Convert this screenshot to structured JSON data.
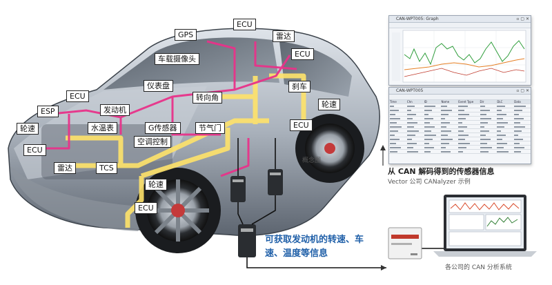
{
  "labels": {
    "ecu_top": "ECU",
    "gps": "GPS",
    "radar_top": "雷达",
    "camera": "车载摄像头",
    "ecu_upper_right": "ECU",
    "dashboard": "仪表盘",
    "brake": "刹车",
    "steering": "转向角",
    "ecu_left": "ECU",
    "wheel_speed_right": "轮速",
    "esp": "ESP",
    "engine": "发动机",
    "wheel_speed_left": "轮速",
    "water_temp": "水温表",
    "g_sensor": "G传感器",
    "throttle": "节气门",
    "ecu_right": "ECU",
    "ac_control": "空调控制",
    "ecu_lower_left": "ECU",
    "radar_bottom": "雷达",
    "tcs": "TCS",
    "wheel_speed_bottom": "轮速",
    "ecu_bottom": "ECU"
  },
  "concept_label": "概念图",
  "canalyzer_caption": "从 CAN 解码得到的传感器信息",
  "canalyzer_subcaption": "Vector 公司 CANalyzer 示例",
  "engine_info_note": "可获取发动机的转速、车速、温度等信息",
  "laptop_caption": "各公司的 CAN 分析系统",
  "graph_window": {
    "title": "CAN-WPT005: Graph"
  },
  "trace_window": {
    "title": "CAN-WPT005",
    "columns": [
      "Time",
      "Chn",
      "ID",
      "Name",
      "Event Type",
      "Dir",
      "DLC",
      "Data"
    ]
  },
  "colors": {
    "can_bus_yellow": "#ffe36a",
    "can_bus_pink": "#e8338a",
    "arrow": "#333333",
    "note_blue": "#1f5fa8"
  }
}
